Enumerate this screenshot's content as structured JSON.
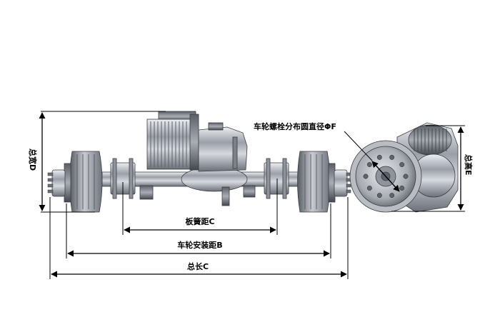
{
  "labels": {
    "bolt_circle": "车轮螺栓分布圆直径ΦF",
    "overall_width": "总宽D",
    "overall_height": "总高E",
    "spring_spacing": "板簧距C",
    "wheel_track": "车轮安装距B",
    "overall_length": "总长C"
  },
  "colors": {
    "background": "#ffffff",
    "dimension_line": "#000000",
    "metal": "#8d929b"
  }
}
